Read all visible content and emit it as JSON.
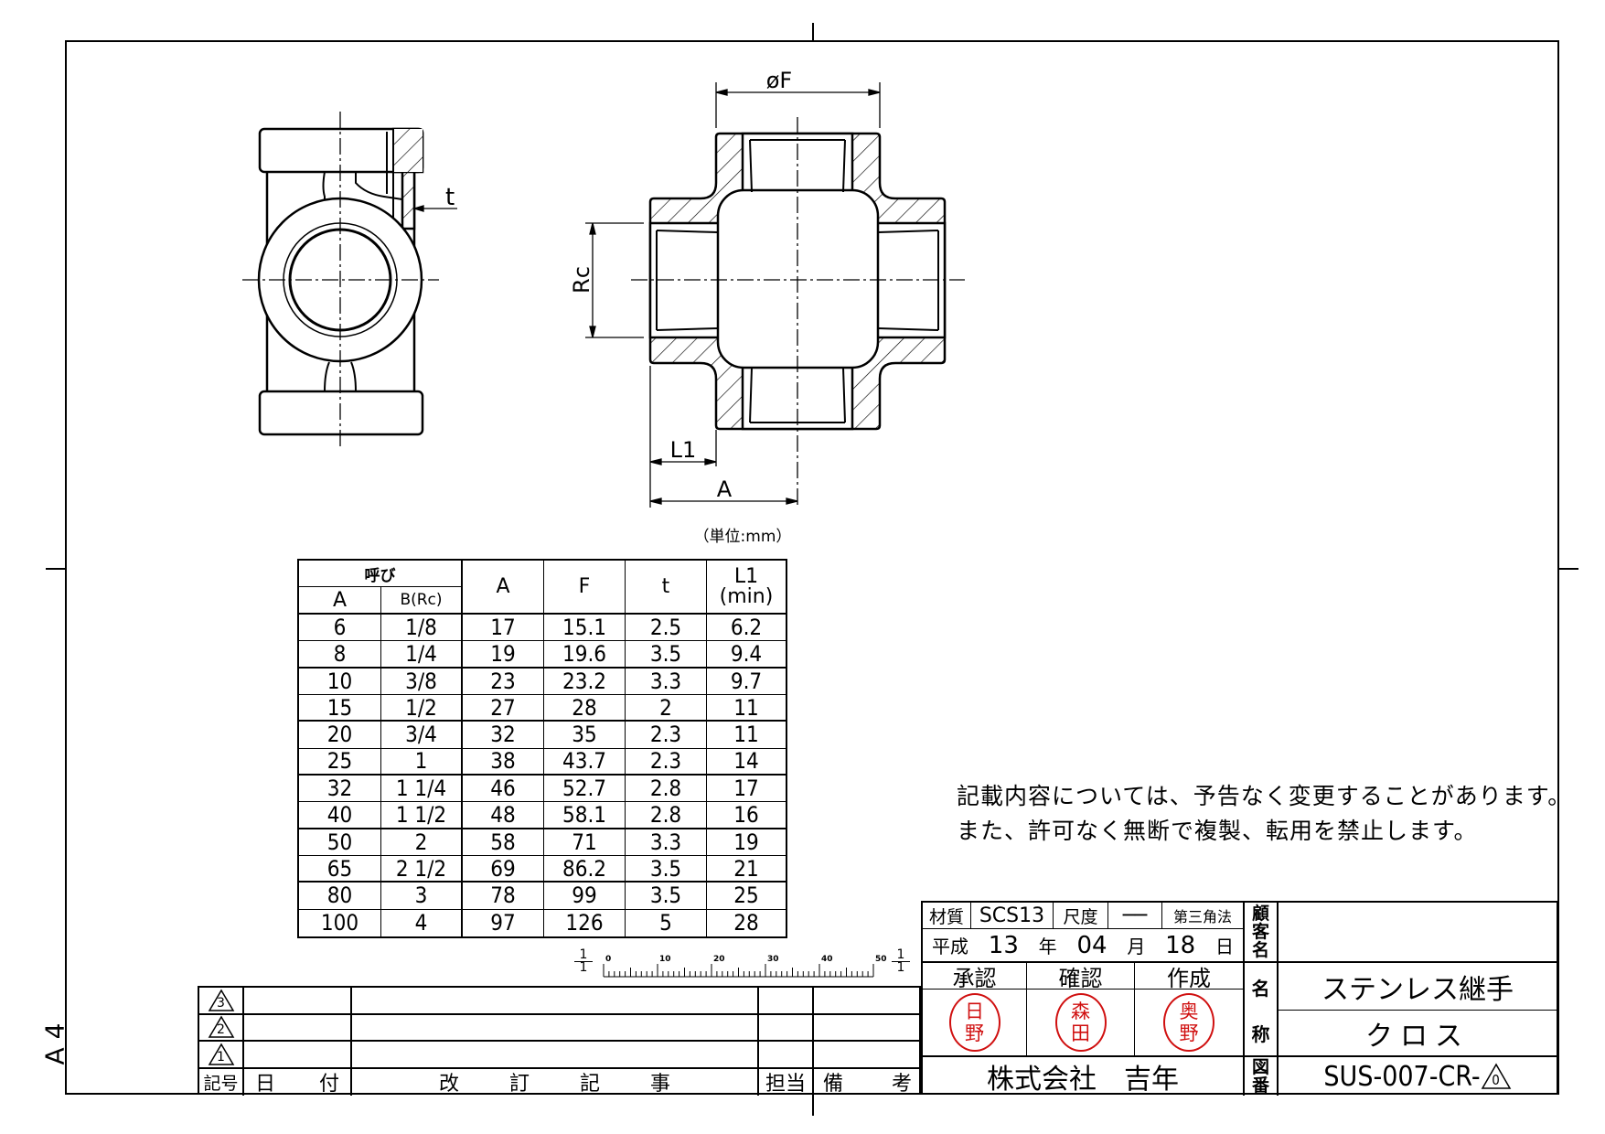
{
  "sheet": {
    "size_label": "A 4"
  },
  "drawing": {
    "dim_labels": {
      "f": "øF",
      "rc": "Rc",
      "l1": "L1",
      "a": "A",
      "t": "t"
    },
    "unit_note": "（単位:mm）"
  },
  "table": {
    "group_header": "呼び",
    "columns": [
      "A",
      "B(Rc)",
      "A",
      "F",
      "t",
      "L1",
      "(min)"
    ],
    "rows": [
      [
        "6",
        "1/8",
        "17",
        "15.1",
        "2.5",
        "6.2"
      ],
      [
        "8",
        "1/4",
        "19",
        "19.6",
        "3.5",
        "9.4"
      ],
      [
        "10",
        "3/8",
        "23",
        "23.2",
        "3.3",
        "9.7"
      ],
      [
        "15",
        "1/2",
        "27",
        "28",
        "2",
        "11"
      ],
      [
        "20",
        "3/4",
        "32",
        "35",
        "2.3",
        "11"
      ],
      [
        "25",
        "1",
        "38",
        "43.7",
        "2.3",
        "14"
      ],
      [
        "32",
        "1 1/4",
        "46",
        "52.7",
        "2.8",
        "17"
      ],
      [
        "40",
        "1 1/2",
        "48",
        "58.1",
        "2.8",
        "16"
      ],
      [
        "50",
        "2",
        "58",
        "71",
        "3.3",
        "19"
      ],
      [
        "65",
        "2 1/2",
        "69",
        "86.2",
        "3.5",
        "21"
      ],
      [
        "80",
        "3",
        "78",
        "99",
        "3.5",
        "25"
      ],
      [
        "100",
        "4",
        "97",
        "126",
        "5",
        "28"
      ]
    ]
  },
  "notice": {
    "line1": "記載内容については、予告なく変更することがあります。",
    "line2": "また、許可なく無断で複製、転用を禁止します。"
  },
  "scale_bar": {
    "ratio_top": "1",
    "ratio_bottom": "1",
    "labels": [
      "0",
      "10",
      "20",
      "30",
      "40",
      "50"
    ]
  },
  "revision_block": {
    "marks": [
      "3",
      "2",
      "1"
    ],
    "headers": {
      "symbol": "記号",
      "date_1": "日",
      "date_2": "付",
      "content": [
        "改",
        "訂",
        "記",
        "事"
      ],
      "person": "担当",
      "remarks_1": "備",
      "remarks_2": "考"
    }
  },
  "title_block": {
    "material_label": "材質",
    "material": "SCS13",
    "scale_label": "尺度",
    "scale": "──",
    "projection": "第三角法",
    "era": "平成",
    "year": "13",
    "year_unit": "年",
    "month": "04",
    "month_unit": "月",
    "day": "18",
    "day_unit": "日",
    "approved_label": "承認",
    "checked_label": "確認",
    "drawn_label": "作成",
    "stamps": [
      [
        "日",
        "野"
      ],
      [
        "森",
        "田"
      ],
      [
        "奥",
        "野"
      ]
    ],
    "company": "株式会社　吉年",
    "customer_label": [
      "顧",
      "客",
      "名"
    ],
    "customer": "",
    "name_label_1": "名",
    "name_label_2": "称",
    "name_line1": "ステンレス継手",
    "name_line2": "クロス",
    "drawing_no_label": [
      "図",
      "番"
    ],
    "drawing_no": "SUS-007-CR-",
    "revision": "0"
  },
  "colors": {
    "line": "#000000",
    "stamp": "#d01010"
  }
}
